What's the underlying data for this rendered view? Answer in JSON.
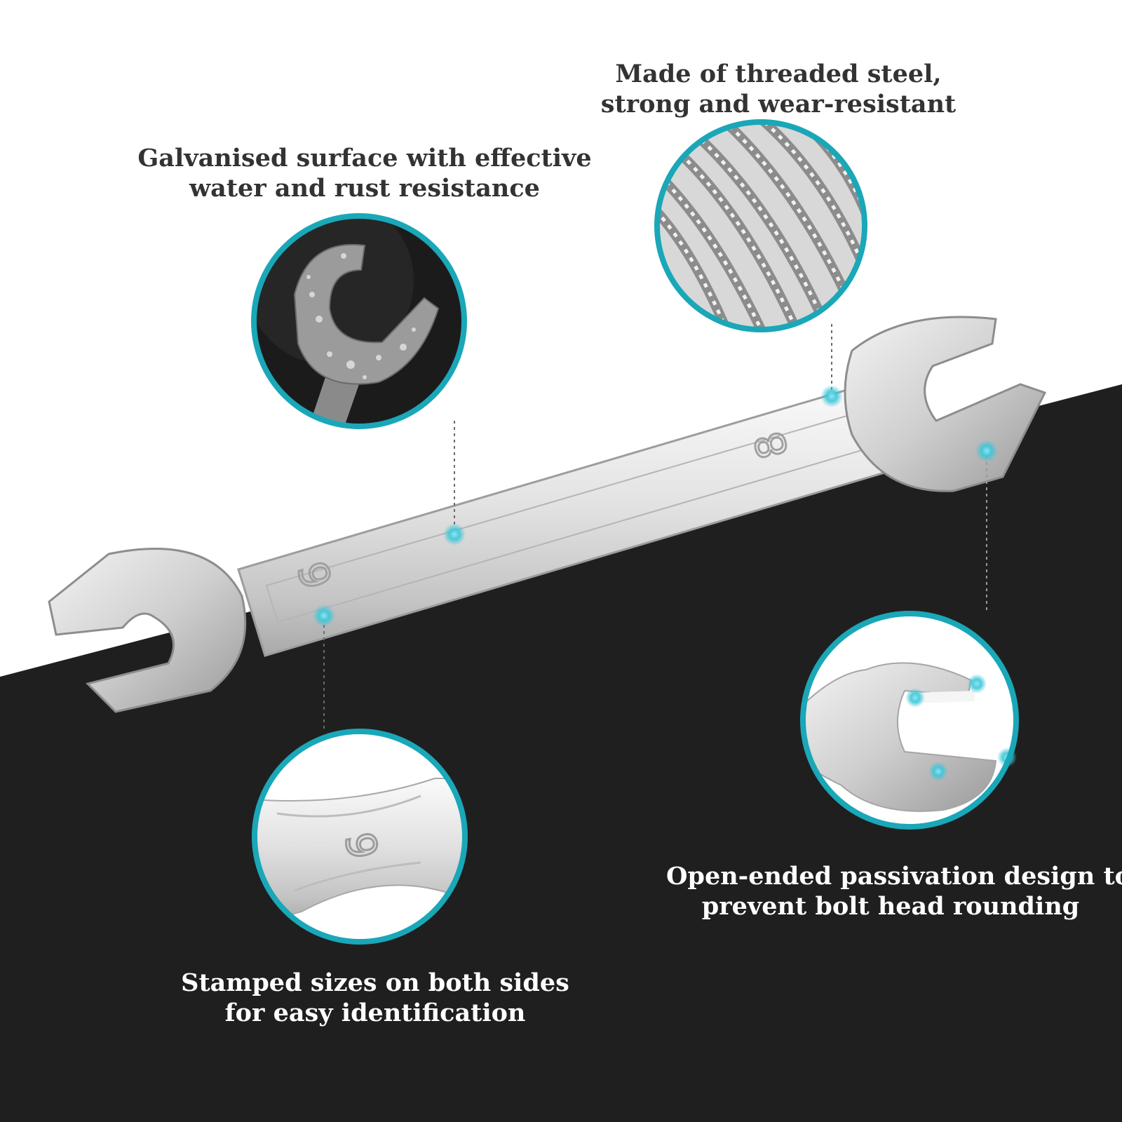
{
  "theme": {
    "accent": "#1aa7b8",
    "hotspot": "#5fd5e4",
    "background_dark": "#1f1f1f",
    "background_light": "#ffffff",
    "text_dark": "#333333",
    "text_light": "#ffffff"
  },
  "product": {
    "name": "double-open-end-wrench",
    "stamped_sizes": [
      "8",
      "6"
    ]
  },
  "features": [
    {
      "id": "galvanised",
      "lines": [
        "Galvanised surface with effective",
        "water and rust resistance"
      ],
      "icon": "wet-wrench-closeup"
    },
    {
      "id": "threaded-steel",
      "lines": [
        "Made of threaded steel,",
        "strong and wear-resistant"
      ],
      "icon": "threaded-steel-closeup"
    },
    {
      "id": "open-ended",
      "lines": [
        "Open-ended passivation design to",
        "prevent bolt head rounding"
      ],
      "icon": "open-jaw-closeup"
    },
    {
      "id": "stamped-sizes",
      "lines": [
        "Stamped sizes on both sides",
        "for easy identification"
      ],
      "icon": "stamped-size-closeup"
    }
  ]
}
